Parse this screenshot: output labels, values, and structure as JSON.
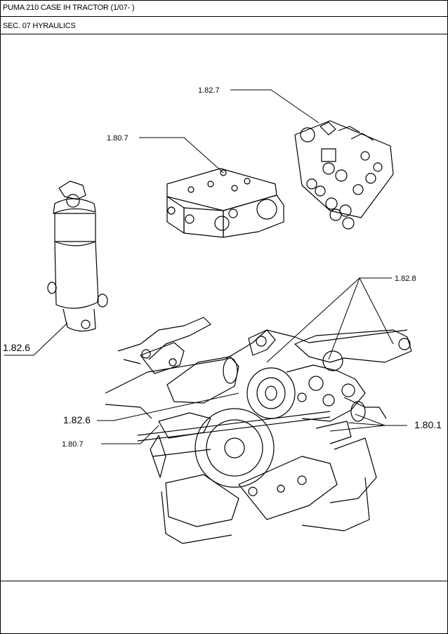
{
  "header": {
    "title": "PUMA 210 CASE IH TRACTOR (1/07- )",
    "section": "SEC. 07 HYRAULICS"
  },
  "callouts": {
    "c_1827": "1.82.7",
    "c_1807_top": "1.80.7",
    "c_1828": "1.82.8",
    "c_1826_left": "1.82.6",
    "c_1826_mid": "1.82.6",
    "c_1801": "1.80.1",
    "c_1807_bottom": "1.80.7"
  }
}
